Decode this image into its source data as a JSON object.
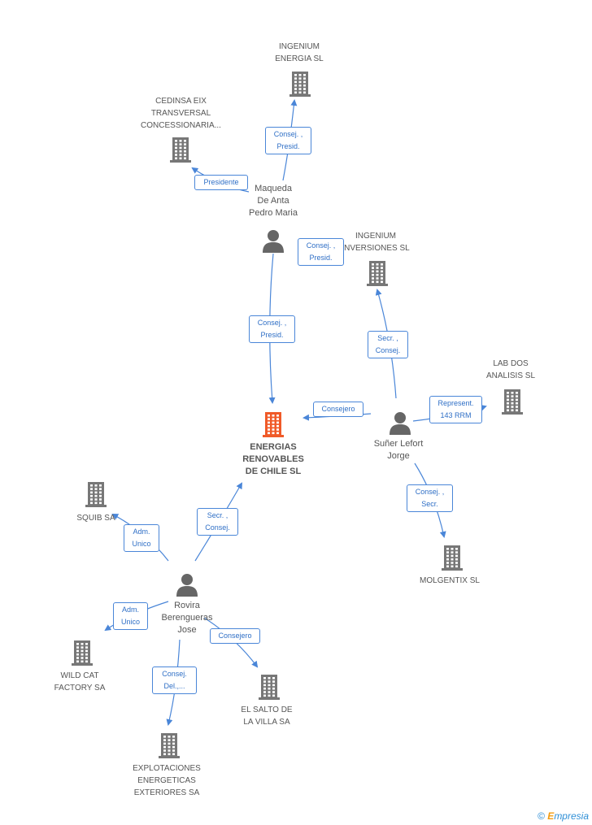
{
  "nodes": {
    "ingenium_energia": {
      "lines": [
        "INGENIUM",
        "ENERGIA SL"
      ],
      "type": "company"
    },
    "cedinsa": {
      "lines": [
        "CEDINSA EIX",
        "TRANSVERSAL",
        "CONCESSIONARIA..."
      ],
      "type": "company"
    },
    "maqueda": {
      "lines": [
        "Maqueda",
        "De Anta",
        "Pedro Maria"
      ],
      "type": "person"
    },
    "ingenium_inversiones": {
      "lines": [
        "INGENIUM",
        "INVERSIONES SL"
      ],
      "type": "company"
    },
    "lab_dos": {
      "lines": [
        "LAB DOS",
        "ANALISIS SL"
      ],
      "type": "company"
    },
    "energias": {
      "lines": [
        "ENERGIAS",
        "RENOVABLES",
        "DE CHILE SL"
      ],
      "type": "main-company"
    },
    "sunyer": {
      "lines": [
        "Suñer Lefort",
        "Jorge"
      ],
      "type": "person"
    },
    "squib": {
      "lines": [
        "SQUIB SA"
      ],
      "type": "company"
    },
    "molgentix": {
      "lines": [
        "MOLGENTIX SL"
      ],
      "type": "company"
    },
    "rovira": {
      "lines": [
        "Rovira",
        "Berengueras",
        "Jose"
      ],
      "type": "person"
    },
    "wild_cat": {
      "lines": [
        "WILD CAT",
        "FACTORY SA"
      ],
      "type": "company"
    },
    "el_salto": {
      "lines": [
        "EL SALTO DE",
        "LA VILLA SA"
      ],
      "type": "company"
    },
    "explotaciones": {
      "lines": [
        "EXPLOTACIONES",
        "ENERGETICAS",
        "EXTERIORES SA"
      ],
      "type": "company"
    }
  },
  "edges": [
    {
      "id": "maqueda_ingenium_energia",
      "lines": [
        "Consej. ,",
        "Presid."
      ]
    },
    {
      "id": "maqueda_cedinsa",
      "lines": [
        "Presidente"
      ]
    },
    {
      "id": "maqueda_ingenium_inversiones",
      "lines": [
        "Consej. ,",
        "Presid."
      ]
    },
    {
      "id": "maqueda_energias",
      "lines": [
        "Consej. ,",
        "Presid."
      ]
    },
    {
      "id": "sunyer_ingenium_inversiones",
      "lines": [
        "Secr. ,",
        "Consej."
      ]
    },
    {
      "id": "sunyer_energias",
      "lines": [
        "Consejero"
      ]
    },
    {
      "id": "sunyer_lab_dos",
      "lines": [
        "Represent.",
        "143 RRM"
      ]
    },
    {
      "id": "sunyer_molgentix",
      "lines": [
        "Consej. ,",
        "Secr."
      ]
    },
    {
      "id": "rovira_squib",
      "lines": [
        "Adm.",
        "Unico"
      ]
    },
    {
      "id": "rovira_energias",
      "lines": [
        "Secr. ,",
        "Consej."
      ]
    },
    {
      "id": "rovira_wild_cat",
      "lines": [
        "Adm.",
        "Unico"
      ]
    },
    {
      "id": "rovira_el_salto",
      "lines": [
        "Consejero"
      ]
    },
    {
      "id": "rovira_explotaciones",
      "lines": [
        "Consej.",
        "Del.,..."
      ]
    }
  ],
  "colors": {
    "edge": "#4a86d8",
    "company_icon": "#777777",
    "main_icon": "#f05a28",
    "person_icon": "#666666"
  },
  "footer": {
    "copyright": "©",
    "brand_e": "E",
    "brand_rest": "mpresia"
  }
}
